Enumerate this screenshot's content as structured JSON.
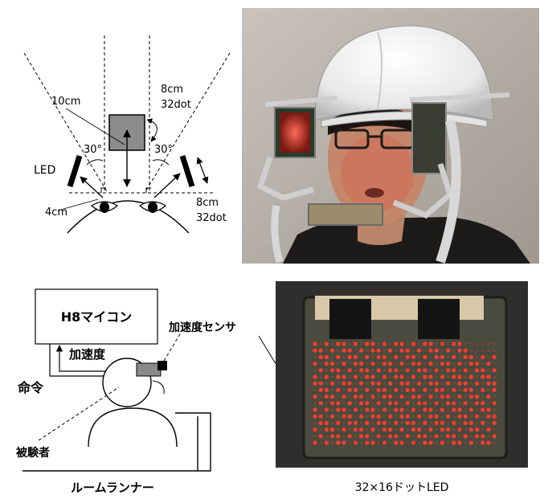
{
  "diagram_top": {
    "label_10cm": "10cm",
    "label_8cm_a": "8cm",
    "label_32dot_a": "32dot",
    "label_30_left": "30°",
    "label_30_right": "30°",
    "label_led": "LED",
    "label_4cm": "4cm",
    "label_8cm_b": "8cm",
    "label_32dot_b": "32dot"
  },
  "diagram_bottom": {
    "label_h8": "H8マイコン",
    "label_accel_sensor": "加速度センサ",
    "label_accel": "加速度",
    "label_command": "命令",
    "label_subject": "被験者",
    "label_treadmill": "ルームランナー"
  },
  "photo_bottom_caption": "32×16ドットLED"
}
